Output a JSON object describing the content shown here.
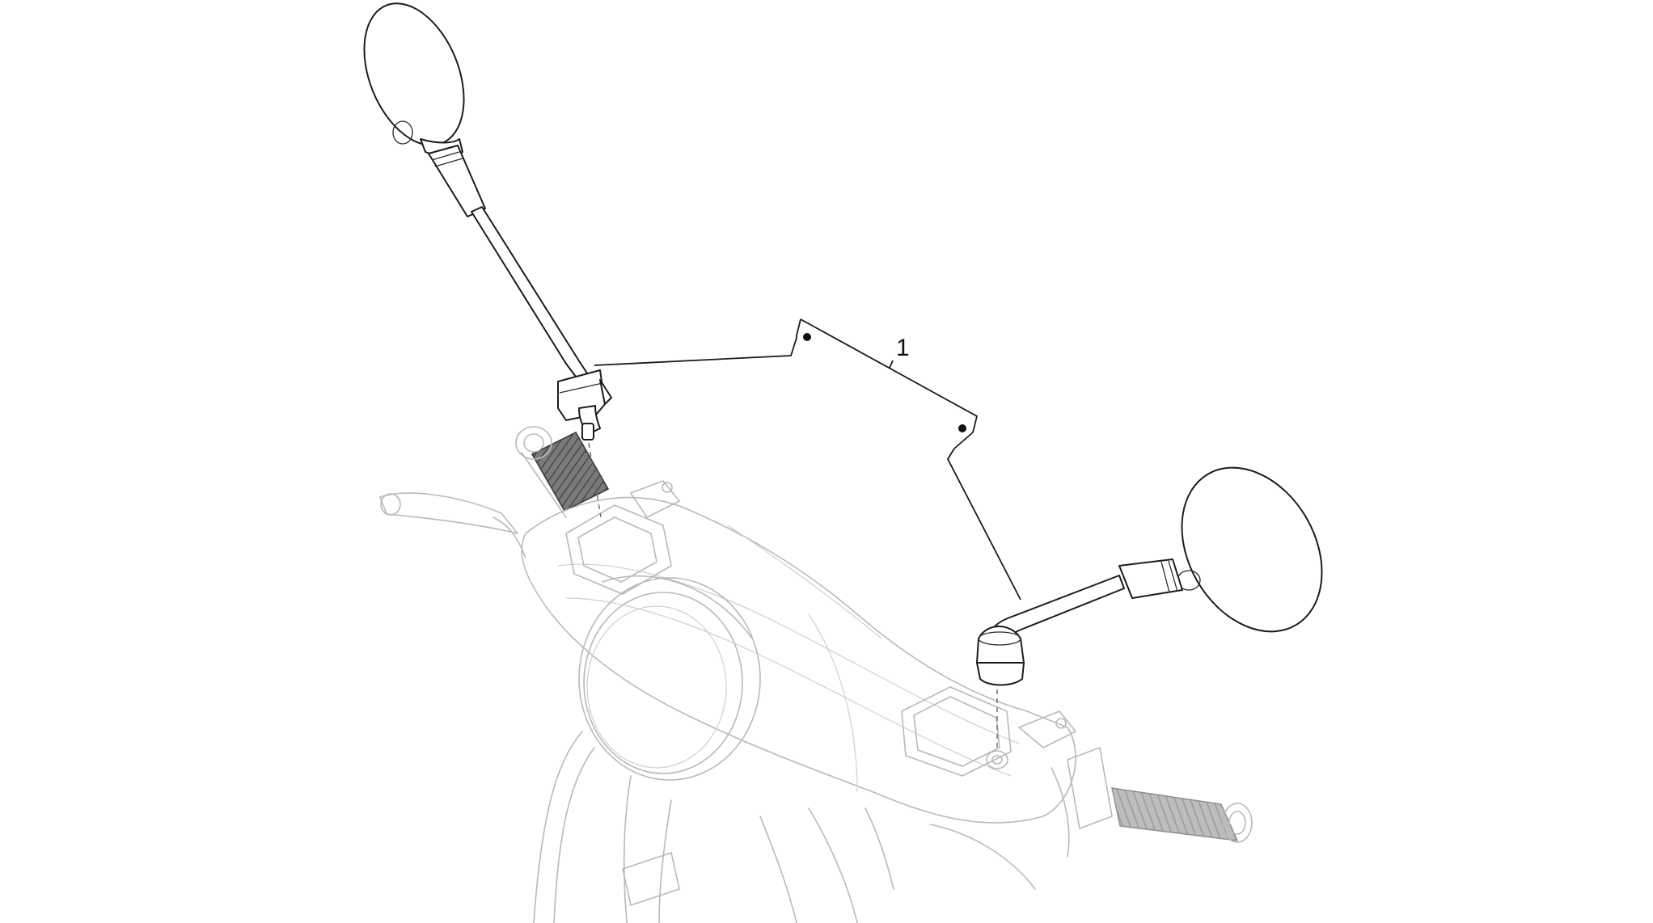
{
  "diagram": {
    "callouts": [
      {
        "label": "1"
      }
    ],
    "parts": [
      {
        "name": "left-rear-view-mirror"
      },
      {
        "name": "right-rear-view-mirror"
      }
    ],
    "background": "scooter-handlebar-ghost",
    "colors": {
      "part_stroke": "#1c1c1c",
      "ghost_stroke": "#b9b9b9",
      "grip_fill": "#6b6b6b",
      "right_grip_fill": "#b5b5b5",
      "background": "#ffffff"
    }
  }
}
